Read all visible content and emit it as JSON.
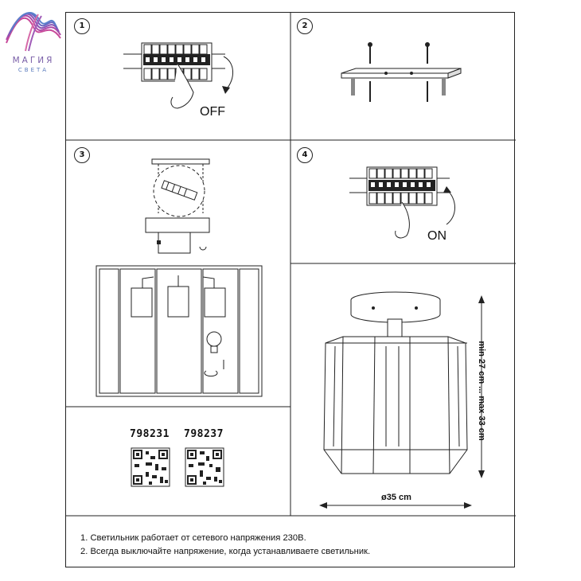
{
  "brand": {
    "name": "МАГИЯ",
    "tagline": "СВЕТА"
  },
  "steps": [
    {
      "number": "1",
      "caption": "OFF"
    },
    {
      "number": "2",
      "caption": ""
    },
    {
      "number": "3",
      "caption": ""
    },
    {
      "number": "4",
      "caption": "ON"
    }
  ],
  "products": {
    "codes": [
      "798231",
      "798237"
    ]
  },
  "dimensions": {
    "height": "min 27 cm ... max 33 cm",
    "diameter": "ø35 cm"
  },
  "notes": [
    "1. Светильник работает от сетевого напряжения 230В.",
    "2. Всегда выключайте напряжение, когда устанавливаете светильник."
  ]
}
